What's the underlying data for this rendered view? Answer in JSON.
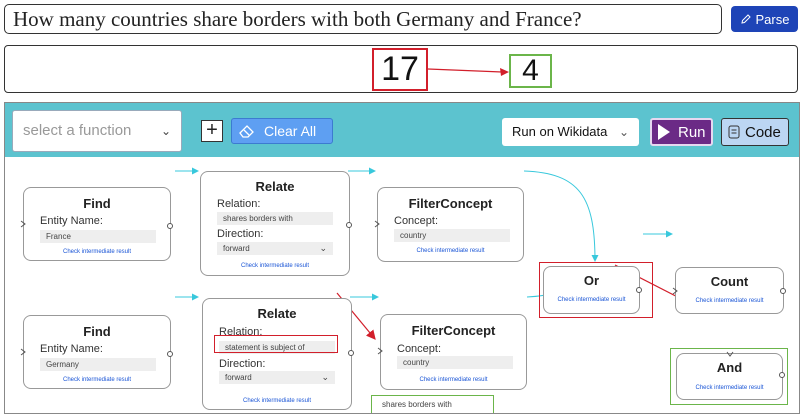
{
  "question": {
    "text": "How many countries share borders with both Germany and France?",
    "parse_label": "Parse"
  },
  "answers": {
    "wrong": "17",
    "correct": "4"
  },
  "toolbar": {
    "function_placeholder": "select a function",
    "add_label": "+",
    "clear_label": "Clear All",
    "run_target": "Run on Wikidata",
    "run_label": "Run",
    "code_label": "Code"
  },
  "nodes": {
    "find_france": {
      "title": "Find",
      "entity_label": "Entity Name:",
      "entity_value": "France",
      "check": "Check intermediate result"
    },
    "relate_1": {
      "title": "Relate",
      "relation_label": "Relation:",
      "relation_value": "shares borders with",
      "direction_label": "Direction:",
      "direction_value": "forward",
      "check": "Check intermediate result"
    },
    "filter_1": {
      "title": "FilterConcept",
      "concept_label": "Concept:",
      "concept_value": "country",
      "check": "Check intermediate result"
    },
    "or": {
      "title": "Or",
      "check": "Check intermediate result"
    },
    "count": {
      "title": "Count",
      "check": "Check intermediate result"
    },
    "find_germany": {
      "title": "Find",
      "entity_label": "Entity Name:",
      "entity_value": "Germany",
      "check": "Check intermediate result"
    },
    "relate_2": {
      "title": "Relate",
      "relation_label": "Relation:",
      "relation_value": "statement is subject of",
      "direction_label": "Direction:",
      "direction_value": "forward",
      "check": "Check intermediate result"
    },
    "filter_2": {
      "title": "FilterConcept",
      "concept_label": "Concept:",
      "concept_value": "country",
      "check": "Check intermediate result"
    },
    "and": {
      "title": "And",
      "check": "Check intermediate result"
    }
  },
  "annotations": {
    "relation_correction": "shares borders with"
  },
  "colors": {
    "toolbar": "#5cc3cf",
    "parse_button": "#1e44b7",
    "run_button": "#6b2a86",
    "clear_button": "#5e9ff2",
    "code_button": "#bcd6f3",
    "wire": "#38c8dc",
    "error_highlight": "#d21f2b",
    "fix_highlight": "#6bb54a"
  }
}
